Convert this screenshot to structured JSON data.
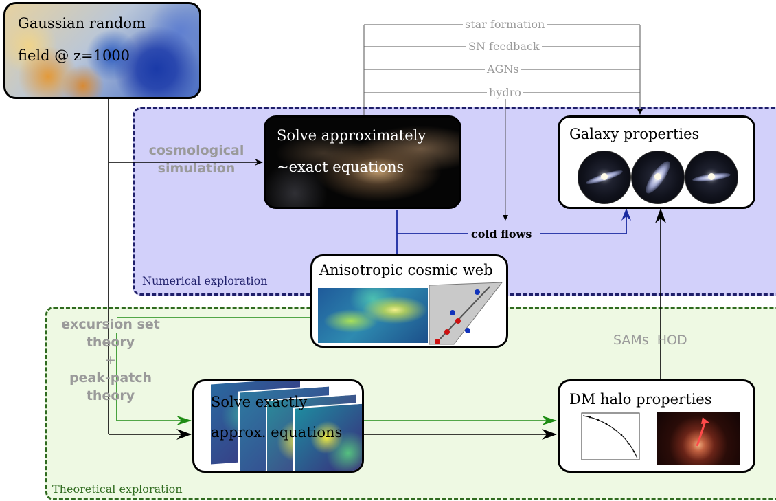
{
  "ic_box": {
    "title_line1": "Gaussian random",
    "title_line2": "field @ z=1000"
  },
  "physics": [
    "star formation",
    "SN feedback",
    "AGNs",
    "hydro"
  ],
  "numerical": {
    "region_label": "Numerical exploration",
    "sim_box_line1": "Solve approximately",
    "sim_box_line2": "~exact equations",
    "galaxy_box_title": "Galaxy properties",
    "cold_flows": "cold flows",
    "cosmo_sim_line1": "cosmological",
    "cosmo_sim_line2": "simulation"
  },
  "web_box": {
    "title": "Anisotropic cosmic web"
  },
  "theoretical": {
    "region_label": "Theoretical exploration",
    "exc_line1": "excursion set",
    "exc_line2": "theory",
    "plus": "+",
    "peak_line1": "peak-patch",
    "peak_line2": "theory",
    "solve_line1": "Solve exactly",
    "solve_line2": "approx. equations",
    "halo_title": "DM halo properties",
    "sams_hod": "SAMs  HOD"
  },
  "colors": {
    "numerical_bg": "#d2d0fa",
    "numerical_border": "#1f1f6a",
    "theoretical_bg": "#eef9e3",
    "theoretical_border": "#2f6b1f",
    "blue_arrow": "#1a2aa0",
    "green_arrow": "#1e8c14",
    "label_gray": "#9a9a9a"
  }
}
